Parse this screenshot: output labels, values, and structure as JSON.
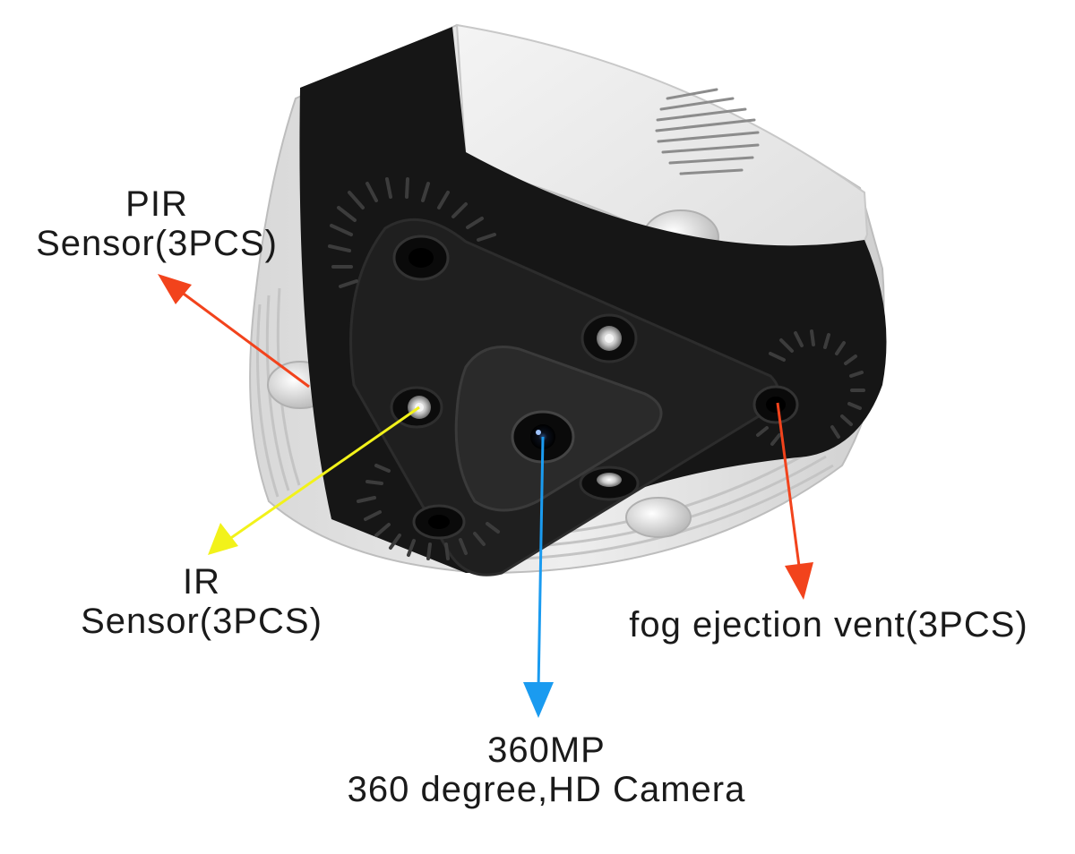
{
  "callouts": {
    "pir": {
      "line1": "PIR",
      "line2": "Sensor(3PCS)",
      "color": "#f2431c"
    },
    "ir": {
      "line1": "IR",
      "line2": "Sensor(3PCS)",
      "color": "#f2f21a"
    },
    "fog": {
      "line1": "fog ejection vent(3PCS)",
      "color": "#f2431c"
    },
    "camera": {
      "line1": "360MP",
      "line2": "360 degree,HD Camera",
      "color": "#1a9bf0"
    }
  },
  "device": {
    "body_color": "#e6e6e6",
    "face_color": "#141414"
  }
}
